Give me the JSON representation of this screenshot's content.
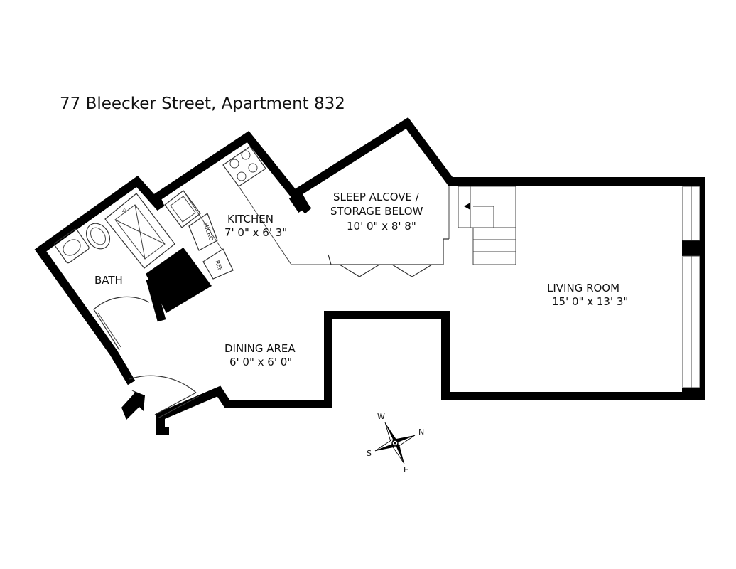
{
  "title": "77 Bleecker Street, Apartment 832",
  "rooms": {
    "kitchen": {
      "name": "KITCHEN",
      "size": "7' 0\" x 6' 3\""
    },
    "sleep_alcove": {
      "name_line1": "SLEEP ALCOVE /",
      "name_line2": "STORAGE BELOW",
      "size": "10' 0\" x 8' 8\""
    },
    "bath": {
      "name": "BATH"
    },
    "living_room": {
      "name": "LIVING ROOM",
      "size": "15' 0\" x 13' 3\""
    },
    "dining_area": {
      "name": "DINING AREA",
      "size": "6' 0\" x 6' 0\""
    }
  },
  "appliances": {
    "micro": "MICRO",
    "ref": "REF"
  },
  "compass": {
    "north": "N",
    "south": "S",
    "east": "E",
    "west": "W"
  },
  "icons": [
    "entry-arrow-icon",
    "compass-rose-icon"
  ]
}
